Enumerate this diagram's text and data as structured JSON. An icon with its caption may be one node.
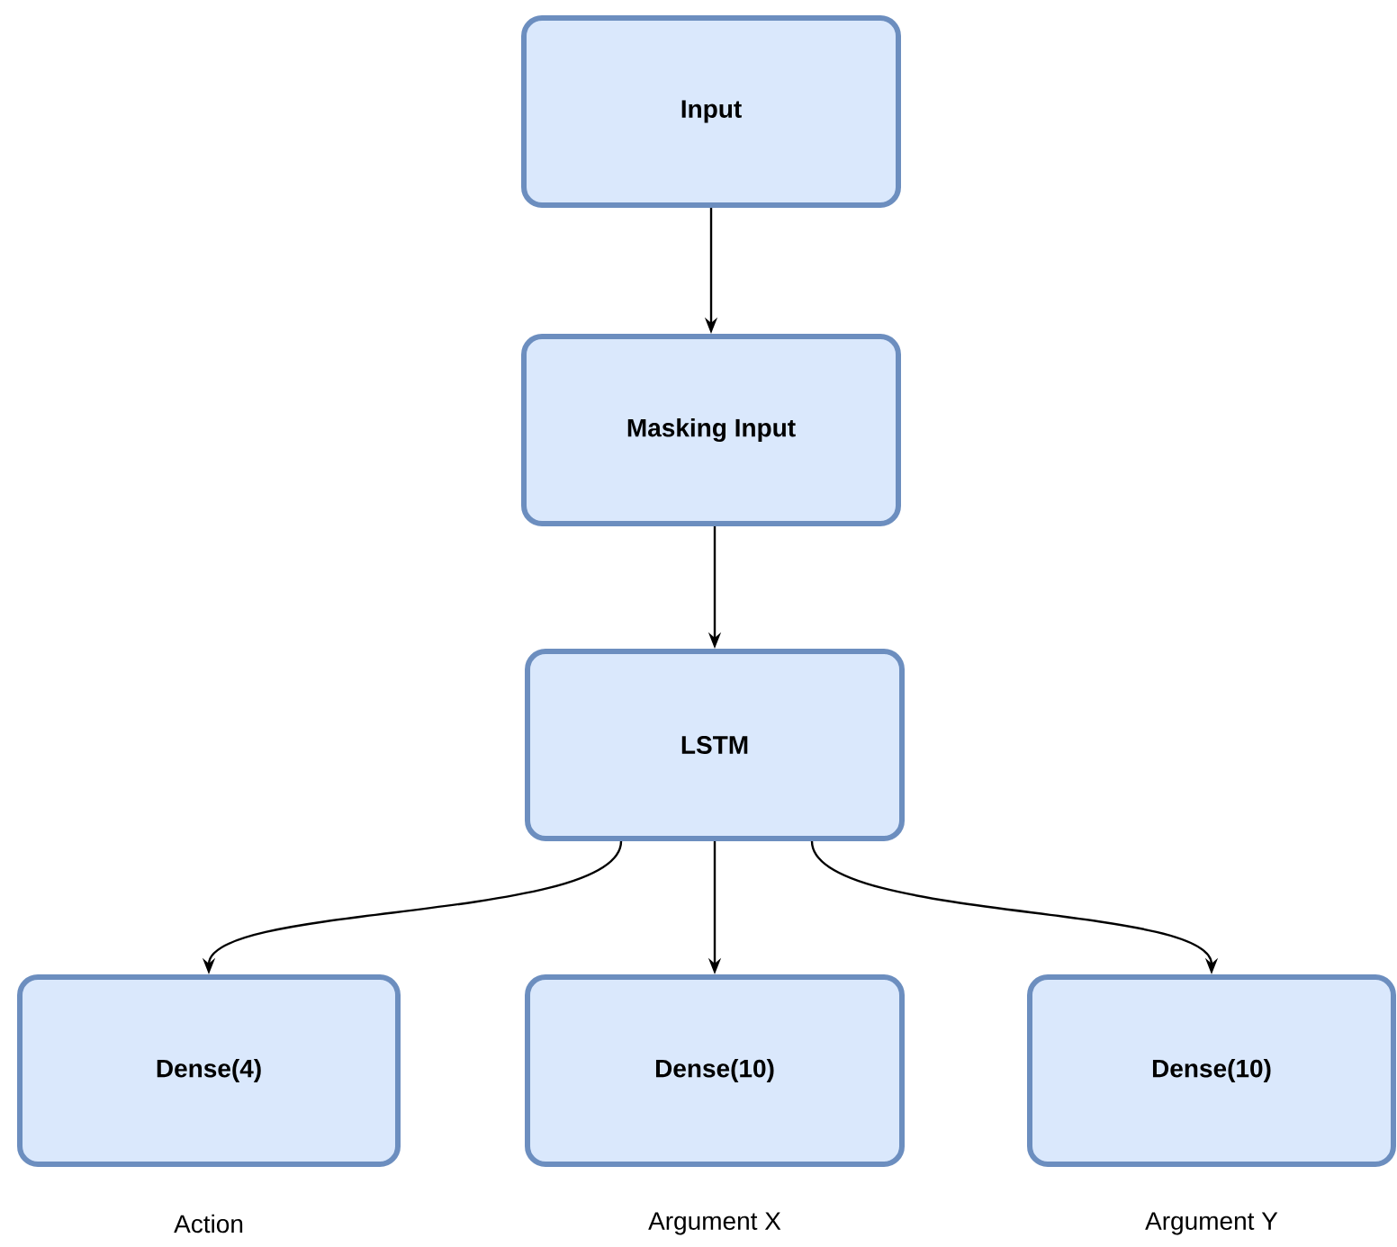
{
  "diagram": {
    "nodes": [
      {
        "text": [
          "Input"
        ]
      },
      {
        "text": [
          "Masking Input"
        ]
      },
      {
        "text": [
          "LSTM"
        ]
      },
      {
        "text": [
          "Dense(4)"
        ],
        "beside": [
          "Action"
        ]
      },
      {
        "text": [
          "Dense(10)"
        ],
        "beside": [
          "Argument X"
        ]
      },
      {
        "text": [
          "Dense(10)"
        ],
        "beside": [
          "Argument Y"
        ]
      }
    ],
    "edges": [
      {
        "from": 0,
        "to": 1,
        "arrow": "to"
      },
      {
        "from": 1,
        "to": 2,
        "arrow": "to"
      },
      {
        "from": 2,
        "to": 3,
        "arrow": "to"
      },
      {
        "from": 2,
        "to": 4,
        "arrow": "to"
      },
      {
        "from": 2,
        "to": 5,
        "arrow": "to"
      }
    ]
  }
}
